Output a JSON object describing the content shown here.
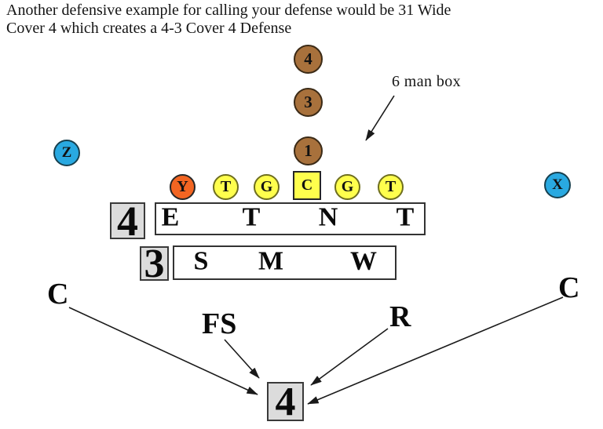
{
  "title": {
    "line1": "Another defensive example for calling your defense would be 31 Wide",
    "line2": "Cover 4 which creates a 4-3 Cover 4 Defense"
  },
  "annotation": {
    "six_man_box": "6 man box"
  },
  "offense": {
    "backfield": [
      {
        "label": "4"
      },
      {
        "label": "3"
      },
      {
        "label": "1"
      }
    ],
    "receivers": {
      "left": "Z",
      "right": "X"
    },
    "line": [
      {
        "label": "Y",
        "shape": "circle",
        "color": "orange"
      },
      {
        "label": "T",
        "shape": "circle",
        "color": "yellow"
      },
      {
        "label": "G",
        "shape": "circle",
        "color": "yellow"
      },
      {
        "label": "C",
        "shape": "square",
        "color": "yellow"
      },
      {
        "label": "G",
        "shape": "circle",
        "color": "yellow"
      },
      {
        "label": "T",
        "shape": "circle",
        "color": "yellow"
      }
    ]
  },
  "defense": {
    "front_count": "4",
    "dline": [
      "E",
      "T",
      "N",
      "T"
    ],
    "linebacker_count": "3",
    "linebackers": [
      "S",
      "M",
      "W"
    ],
    "secondary": {
      "corner_left": "C",
      "free_safety": "FS",
      "rover": "R",
      "corner_right": "C",
      "deep_count": "4"
    }
  },
  "colors": {
    "running_back_brown": "#A8713C",
    "receiver_blue": "#29A9E1",
    "tight_end_orange": "#F26522",
    "lineman_yellow": "#FFFF4D",
    "count_box_gray": "#DCDCDC"
  }
}
